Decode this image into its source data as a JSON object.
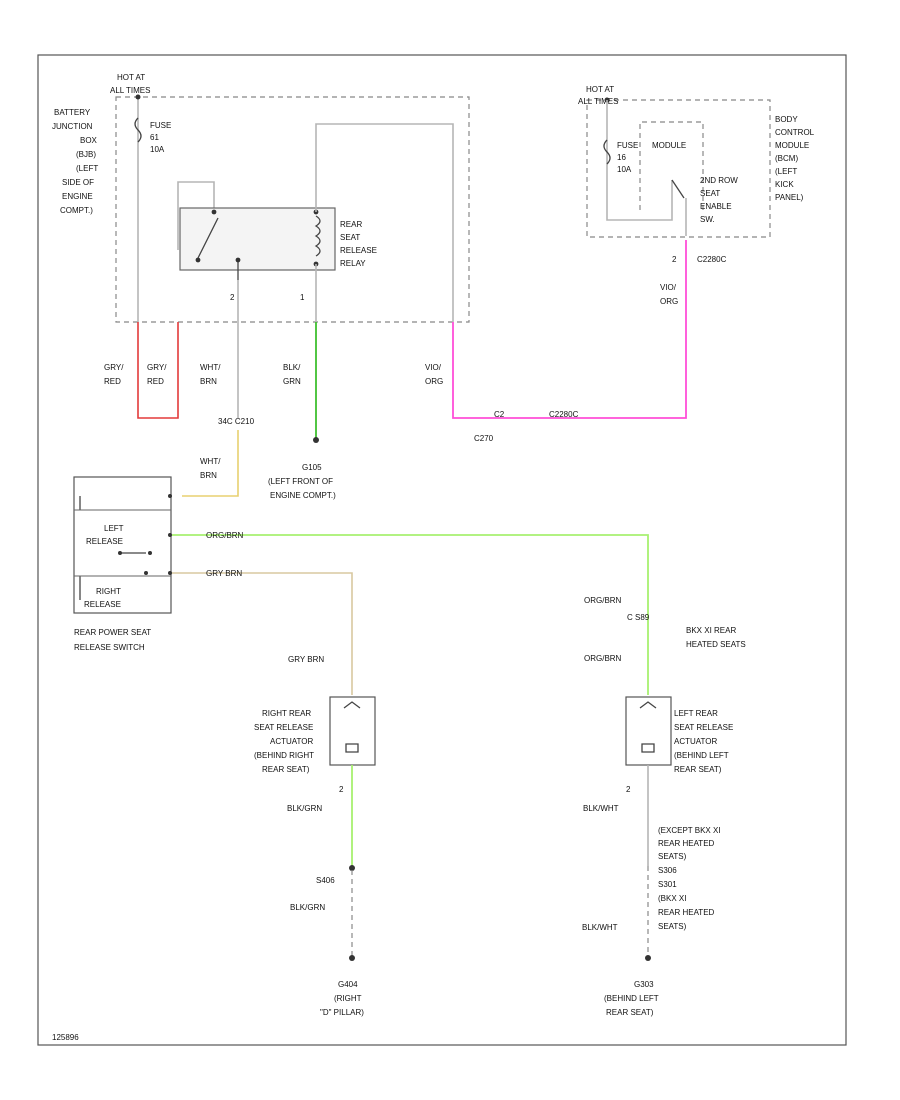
{
  "colors": {
    "red_wire": "#e33a3a",
    "pink_wire": "#ff4fd8",
    "green_wire": "#3fbf2f",
    "lightgreen_wire": "#a8f070",
    "tan_wire": "#d8c8a0",
    "yellow_wire": "#e8d070",
    "gray_wire": "#b5b5b5"
  },
  "bjb": {
    "hot": "HOT AT",
    "hot2": "ALL TIMES",
    "fuse": [
      "FUSE",
      "61",
      "10A"
    ],
    "name": [
      "BATTERY",
      "JUNCTION",
      "BOX",
      "(BJB)",
      "(LEFT",
      "SIDE OF",
      "ENGINE",
      "COMPT.)"
    ]
  },
  "relay": {
    "label": [
      "REAR",
      "SEAT",
      "RELEASE",
      "RELAY"
    ],
    "pin_left": "2",
    "pin_right": "1"
  },
  "bcm": {
    "hot": "HOT AT",
    "hot2": "ALL TIMES",
    "fuse": [
      "FUSE",
      "16",
      "10A"
    ],
    "module": "MODULE",
    "enable": [
      "2ND ROW",
      "SEAT",
      "ENABLE",
      "SW."
    ],
    "name": [
      "BODY",
      "CONTROL",
      "MODULE",
      "(BCM)",
      "(LEFT",
      "KICK",
      "PANEL)"
    ],
    "pin": "2",
    "connector": "C2280C"
  },
  "wires": {
    "gry_red_1": [
      "GRY/",
      "RED"
    ],
    "gry_red_2": [
      "GRY/",
      "RED"
    ],
    "wht_brn": [
      "WHT/",
      "BRN"
    ],
    "blk_grn": [
      "BLK/",
      "GRN"
    ],
    "vio_org_left": [
      "VIO/",
      "ORG"
    ],
    "vio_org_bcm": [
      "VIO/",
      "ORG"
    ],
    "c2_label": "C2",
    "c2_connector": "C2280C",
    "c270": "C270",
    "c210": "34C   C210",
    "wht_brn_2": [
      "WHT/",
      "BRN"
    ],
    "org_brn_1": "ORG/BRN",
    "gry_brn_1": "GRY BRN",
    "org_brn_2": "ORG/BRN",
    "org_brn_3": "ORG/BRN",
    "gry_brn_2": "GRY BRN",
    "c_label": "C  S89",
    "blk_grn_2": "BLK/GRN",
    "blk_wht_1": "BLK/WHT",
    "s_label": "S406",
    "blk_grn_3": "BLK/GRN",
    "blk_wht_2": "BLK/WHT"
  },
  "ground_g105": [
    "G105",
    "(LEFT FRONT OF",
    "ENGINE COMPT.)"
  ],
  "switch": {
    "left": [
      "LEFT",
      "RELEASE"
    ],
    "right": [
      "RIGHT",
      "RELEASE"
    ],
    "name": [
      "REAR POWER SEAT",
      "RELEASE SWITCH"
    ]
  },
  "heated_note": [
    "BKX XI REAR",
    "HEATED SEATS"
  ],
  "right_actuator": [
    "RIGHT REAR",
    "SEAT RELEASE",
    "ACTUATOR",
    "(BEHIND RIGHT",
    "REAR SEAT)"
  ],
  "left_actuator": [
    "LEFT REAR",
    "SEAT RELEASE",
    "ACTUATOR",
    "(BEHIND LEFT",
    "REAR SEAT)"
  ],
  "pins": {
    "right_bottom": "2",
    "left_bottom": "2"
  },
  "except_note": [
    "(EXCEPT BKX XI",
    "REAR HEATED",
    "SEATS)",
    "S306",
    "S301",
    "(BKX XI",
    "REAR HEATED",
    "SEATS)"
  ],
  "ground_g404": [
    "G404",
    "(RIGHT",
    "\"D\" PILLAR)"
  ],
  "ground_g303": [
    "G303",
    "(BEHIND LEFT",
    "REAR SEAT)"
  ],
  "footer": "125896"
}
